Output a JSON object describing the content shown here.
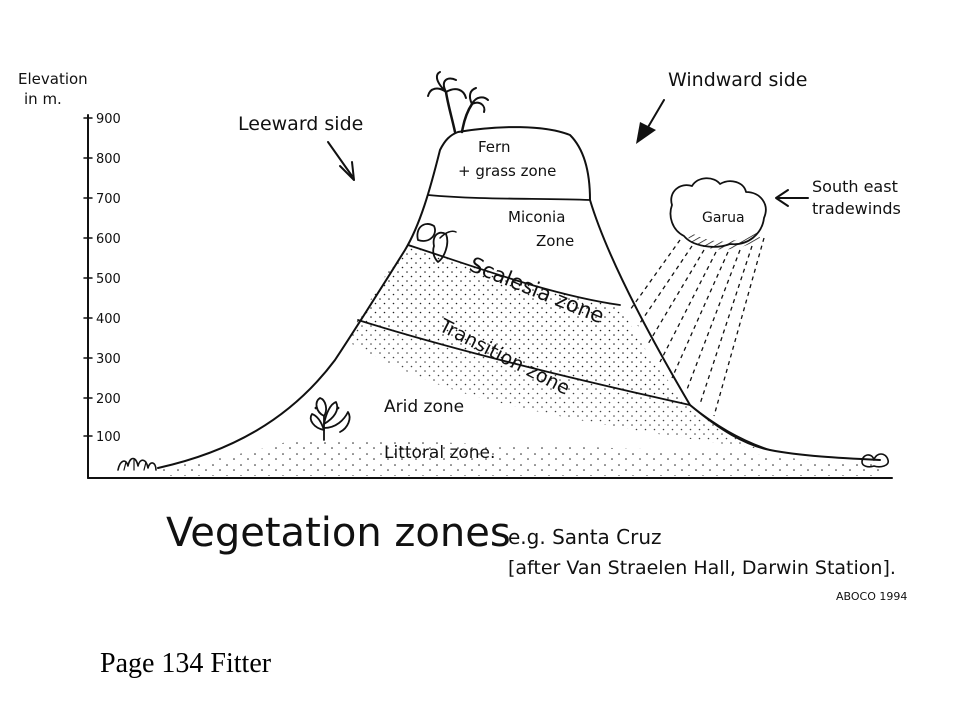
{
  "axis": {
    "label_line1": "Elevation",
    "label_line2": "in m.",
    "ticks": [
      "900",
      "800",
      "700",
      "600",
      "500",
      "400",
      "300",
      "200",
      "100"
    ]
  },
  "sides": {
    "leeward": "Leeward side",
    "windward": "Windward side"
  },
  "zones": {
    "fern_line1": "Fern",
    "fern_line2": "+ grass zone",
    "miconia_line1": "Miconia",
    "miconia_line2": "Zone",
    "scalesia": "Scalesia zone",
    "transition": "Transition zone",
    "arid": "Arid zone",
    "littoral": "Littoral zone."
  },
  "weather": {
    "cloud": "Garua",
    "trade_line1": "South east",
    "trade_line2": "tradewinds"
  },
  "caption": {
    "title": "Vegetation zones",
    "example": "e.g. Santa Cruz",
    "source": "[after Van Straelen Hall, Darwin Station].",
    "signature": "ABOCO 1994"
  },
  "footer": "Page 134 Fitter"
}
